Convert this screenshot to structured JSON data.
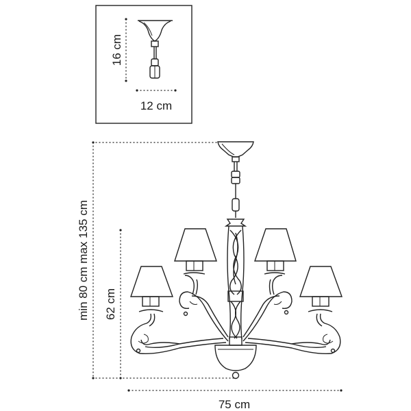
{
  "detail_box": {
    "height_label": "16 cm",
    "width_label": "12 cm"
  },
  "main_drawing": {
    "total_height_label": "min 80 cm max 135 cm",
    "body_height_label": "62 cm",
    "width_label": "75 cm"
  }
}
